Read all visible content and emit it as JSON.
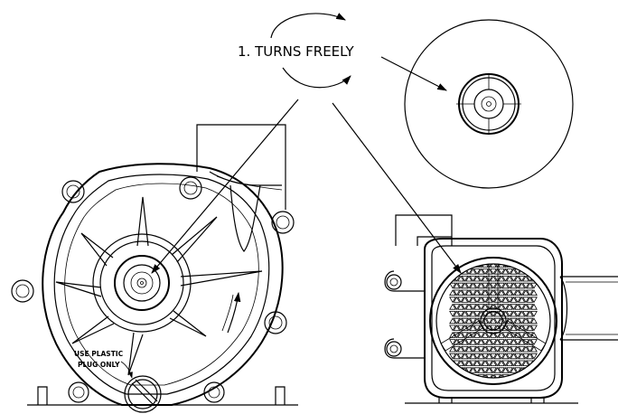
{
  "callout": {
    "label": "1. TURNS FREELY"
  },
  "front_view": {
    "plug_line1": "USE PLASTIC",
    "plug_line2": "PLUG ONLY"
  },
  "colors": {
    "line": "#000000",
    "background": "#ffffff"
  }
}
